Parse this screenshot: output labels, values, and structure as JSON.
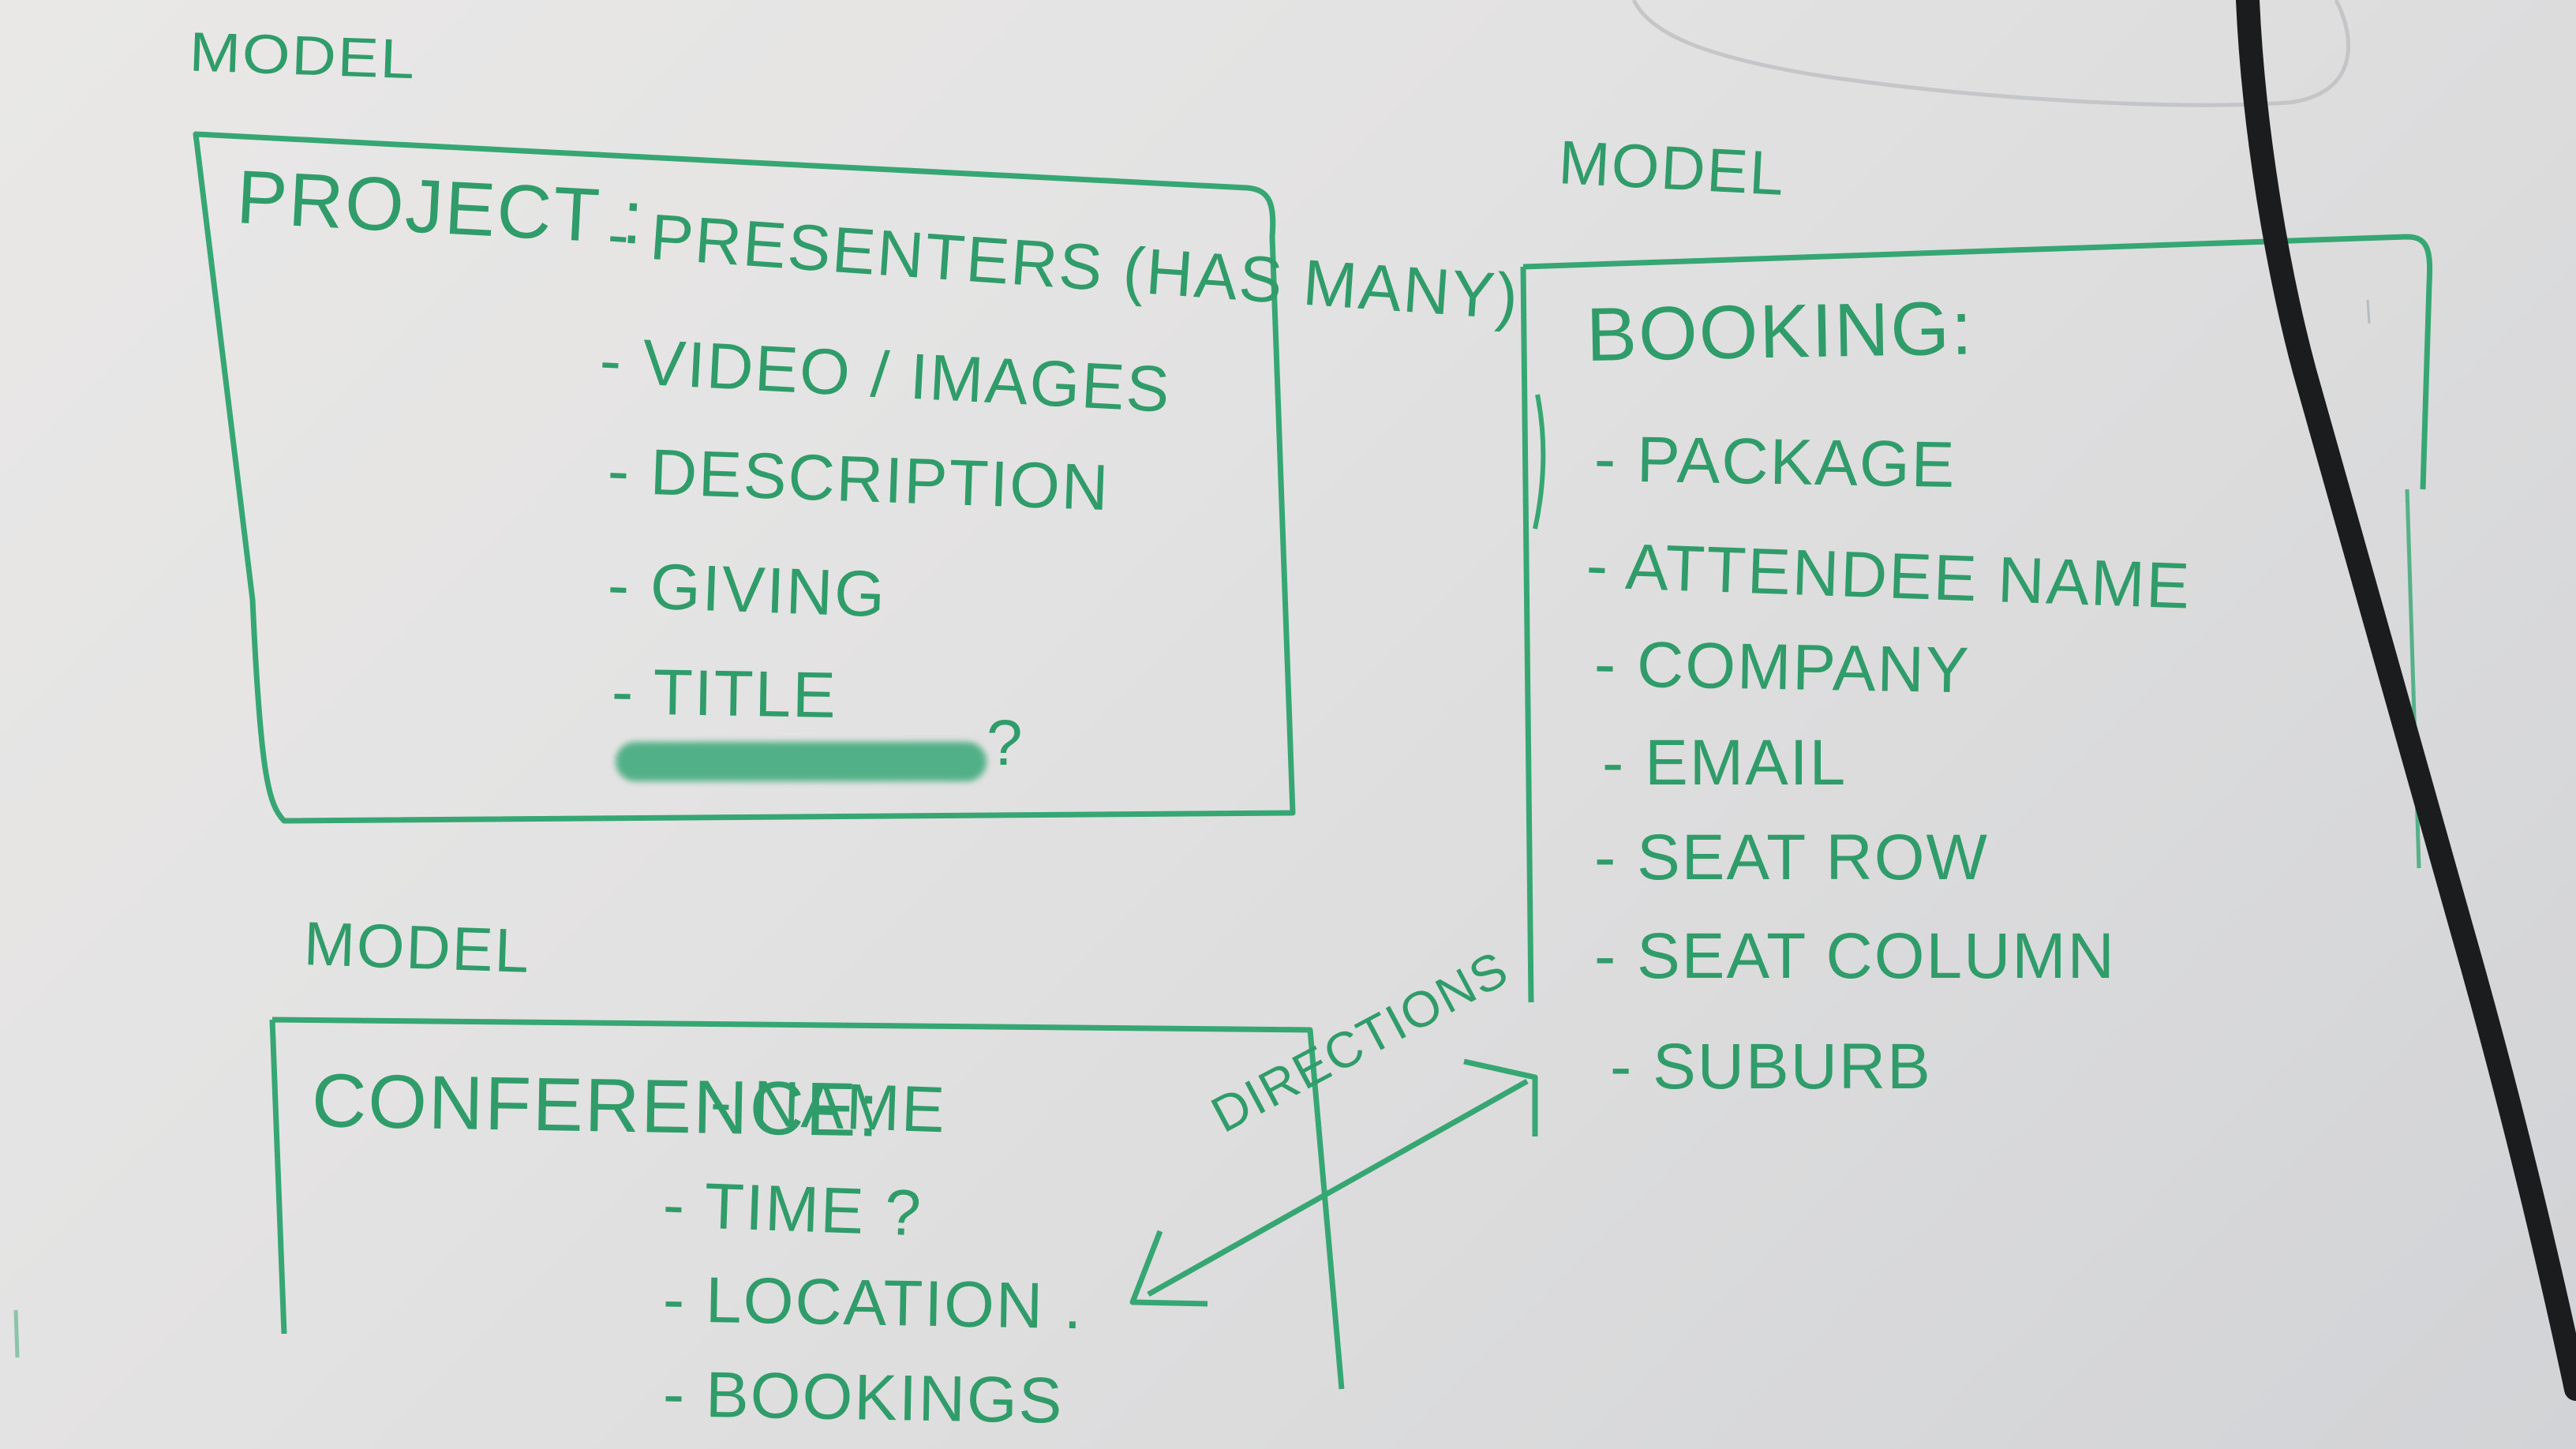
{
  "colors": {
    "marker": "#2f9c6a",
    "board": "#e6e5e4",
    "cable": "#1b1c1d"
  },
  "model_labels": {
    "top_left": "MODEL",
    "right": "MODEL",
    "bottom_left": "MODEL"
  },
  "project": {
    "title": "PROJECT :",
    "items": [
      "- PRESENTERS (HAS MANY)",
      "- VIDEO / IMAGES",
      "- DESCRIPTION",
      "- GIVING",
      "- TITLE",
      "?"
    ]
  },
  "booking": {
    "title": "BOOKING:",
    "items": [
      "- PACKAGE",
      "- ATTENDEE NAME",
      "- COMPANY",
      "- EMAIL",
      "- SEAT ROW",
      "- SEAT COLUMN",
      "- SUBURB"
    ]
  },
  "conference": {
    "title": "CONFERENCE:",
    "items": [
      "- NAME",
      "- TIME ?",
      "- LOCATION .",
      "- BOOKINGS"
    ]
  },
  "arrow_label": "DIRECTIONS"
}
